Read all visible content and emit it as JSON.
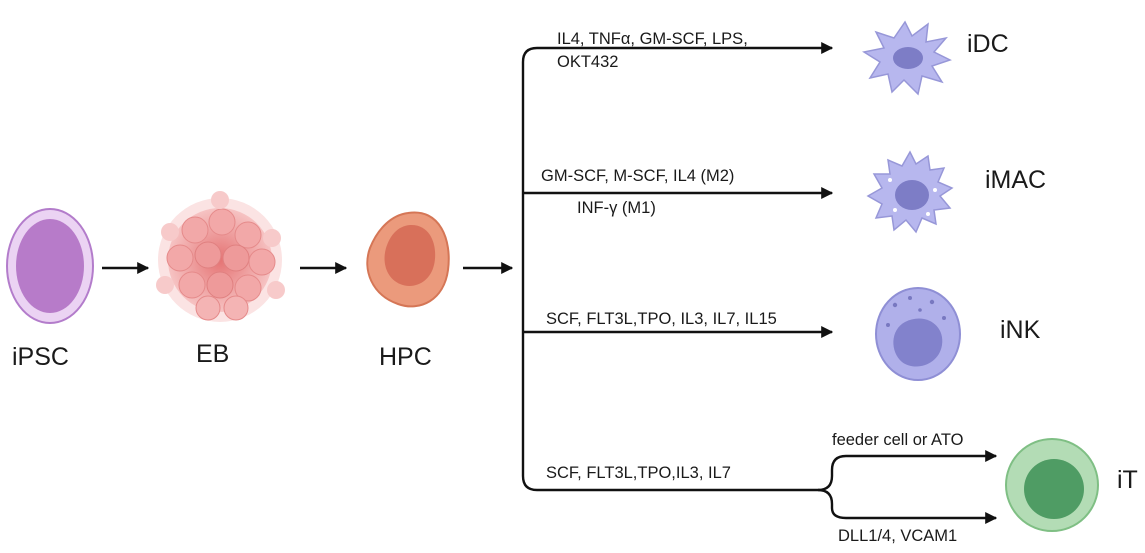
{
  "cells": {
    "ipsc": "iPSC",
    "eb": "EB",
    "hpc": "HPC",
    "idc": "iDC",
    "imac": "iMAC",
    "ink": "iNK",
    "it": "iT"
  },
  "conditions": {
    "idc_line1": "IL4, TNFα, GM-SCF, LPS,",
    "idc_line2": "OKT432",
    "imac_line1": "GM-SCF, M-SCF,  IL4 (M2)",
    "imac_line2": "INF-γ (M1)",
    "ink_line1": "SCF, FLT3L,TPO, IL3, IL7, IL15",
    "it_line1": "SCF, FLT3L,TPO,IL3,  IL7",
    "it_upper": "feeder cell or ATO",
    "it_lower": "DLL1/4, VCAM1"
  },
  "colors": {
    "ipsc": "#c592d6",
    "eb": "#f0a0a0",
    "hpc": "#e8896a",
    "idc": "#a6a6e8",
    "imac": "#a6a6e8",
    "ink": "#a6a6e8",
    "it": "#93cc98",
    "arrow": "#111111"
  }
}
